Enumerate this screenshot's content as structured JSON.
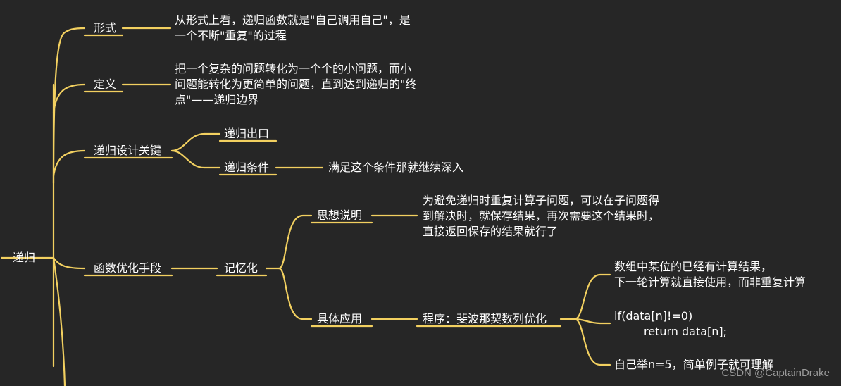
{
  "colors": {
    "background": "#262626",
    "line": "#f2d060",
    "text": "#ffffff"
  },
  "root": "递归",
  "nodes": {
    "xingshi": "形式",
    "xingshi_desc": [
      "从形式上看，递归函数就是\"自己调用自己\"，是",
      "一个不断\"重复\"的过程"
    ],
    "dingyi": "定义",
    "dingyi_desc": [
      "把一个复杂的问题转化为一个个的小问题，而小",
      "问题能转化为更简单的问题，直到达到递归的\"终",
      "点\"——递归边界"
    ],
    "sheji": "递归设计关键",
    "chukou": "递归出口",
    "tiaojian": "递归条件",
    "tiaojian_desc": "满足这个条件那就继续深入",
    "youhua": "函数优化手段",
    "jiyi": "记忆化",
    "sixiang": "思想说明",
    "sixiang_desc": [
      "为避免递归时重复计算子问题，可以在子问题得",
      "到解决时，就保存结果，再次需要这个结果时，",
      "直接返回保存的结果就行了"
    ],
    "juti": "具体应用",
    "chengxu": "程序：斐波那契数列优化",
    "leaf1": [
      "数组中某位的已经有计算结果，",
      "下一轮计算就直接使用，而非重复计算"
    ],
    "leaf2": [
      "if(data[n]!=0)",
      "return data[n];"
    ],
    "leaf3": "自己举n=5，简单例子就可理解"
  },
  "watermark": "CSDN @CaptainDrake"
}
